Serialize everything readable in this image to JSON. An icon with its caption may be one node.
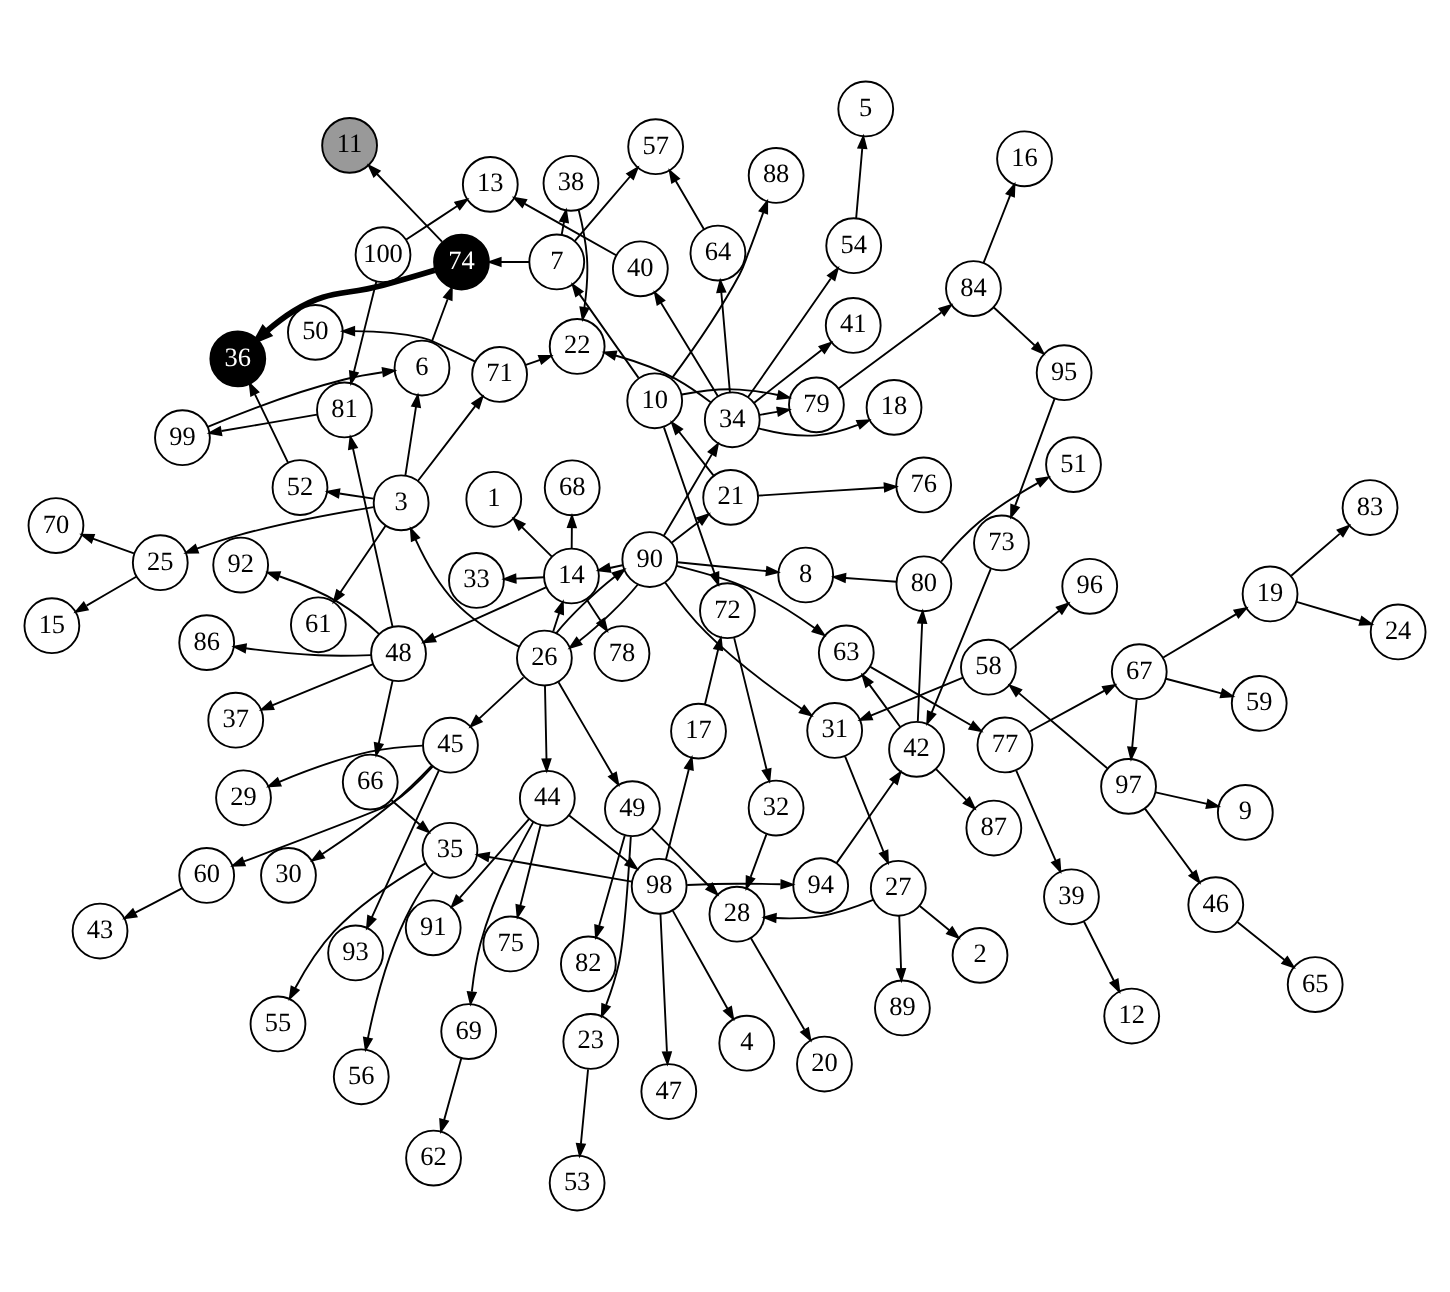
{
  "diagram": {
    "nodes": [
      {
        "text": [
          "88"
        ]
      },
      {
        "text": [
          "16"
        ]
      },
      {
        "text": [
          "84"
        ]
      },
      {
        "text": [
          "95"
        ]
      },
      {
        "text": [
          "73"
        ]
      },
      {
        "text": [
          "89"
        ]
      },
      {
        "text": [
          "27"
        ]
      },
      {
        "text": [
          "2"
        ]
      },
      {
        "text": [
          "21"
        ]
      },
      {
        "text": [
          "12"
        ]
      },
      {
        "text": [
          "39"
        ]
      },
      {
        "text": [
          "24"
        ]
      },
      {
        "text": [
          "19"
        ]
      },
      {
        "text": [
          "83"
        ]
      },
      {
        "text": [
          "67"
        ]
      },
      {
        "text": [
          "59"
        ]
      },
      {
        "text": [
          "76"
        ]
      },
      {
        "text": [
          "65"
        ]
      },
      {
        "text": [
          "10"
        ]
      },
      {
        "text": [
          "77"
        ]
      },
      {
        "text": [
          "79"
        ]
      },
      {
        "text": [
          "33"
        ]
      },
      {
        "text": [
          "31"
        ]
      },
      {
        "text": [
          "92"
        ]
      },
      {
        "text": [
          "37"
        ]
      },
      {
        "text": [
          "78"
        ]
      },
      {
        "text": [
          "66"
        ]
      },
      {
        "text": [
          "46"
        ]
      },
      {
        "text": [
          "97"
        ]
      },
      {
        "text": [
          "9"
        ]
      },
      {
        "text": [
          "86"
        ]
      },
      {
        "text": [
          "48"
        ]
      },
      {
        "text": [
          "14"
        ]
      },
      {
        "text": [
          "1"
        ]
      },
      {
        "text": [
          "68"
        ]
      },
      {
        "text": [
          "80"
        ]
      },
      {
        "text": [
          "58"
        ]
      },
      {
        "text": [
          "96"
        ]
      },
      {
        "text": [
          "81"
        ]
      },
      {
        "text": [
          "100"
        ]
      },
      {
        "text": [
          "41"
        ]
      },
      {
        "text": [
          "63"
        ]
      },
      {
        "text": [
          "51"
        ]
      },
      {
        "text": [
          "8"
        ]
      },
      {
        "text": [
          "35"
        ]
      },
      {
        "text": [
          "55"
        ]
      },
      {
        "text": [
          "56"
        ]
      },
      {
        "text": [
          "13"
        ]
      },
      {
        "text": [
          "40"
        ]
      },
      {
        "text": [
          "34"
        ]
      },
      {
        "text": [
          "90"
        ]
      },
      {
        "text": [
          "42"
        ]
      },
      {
        "text": [
          "22"
        ]
      },
      {
        "text": [
          "18"
        ]
      },
      {
        "text": [
          "54"
        ]
      },
      {
        "text": [
          "28"
        ]
      },
      {
        "text": [
          "20"
        ]
      },
      {
        "text": [
          "26"
        ]
      },
      {
        "text": [
          "87"
        ]
      },
      {
        "text": [
          "4"
        ]
      },
      {
        "text": [
          "47"
        ]
      },
      {
        "text": [
          "94"
        ]
      },
      {
        "text": [
          "98"
        ]
      },
      {
        "text": [
          "17"
        ]
      },
      {
        "text": [
          "72"
        ]
      },
      {
        "text": [
          "5"
        ]
      },
      {
        "text": [
          "82"
        ]
      },
      {
        "text": [
          "49"
        ]
      },
      {
        "text": [
          "44"
        ]
      },
      {
        "text": [
          "91"
        ]
      },
      {
        "text": [
          "75"
        ]
      },
      {
        "text": [
          "53"
        ]
      },
      {
        "text": [
          "23"
        ]
      },
      {
        "text": [
          "64"
        ]
      },
      {
        "text": [
          "69"
        ]
      },
      {
        "text": [
          "99"
        ]
      },
      {
        "text": [
          "45"
        ]
      },
      {
        "text": [
          "93"
        ]
      },
      {
        "text": [
          "62"
        ]
      },
      {
        "text": [
          "3"
        ]
      },
      {
        "text": [
          "6"
        ]
      },
      {
        "text": [
          "30"
        ]
      },
      {
        "text": [
          "38"
        ]
      },
      {
        "text": [
          "61"
        ]
      },
      {
        "text": [
          "57"
        ]
      },
      {
        "text": [
          "29"
        ]
      },
      {
        "text": [
          "60"
        ]
      },
      {
        "text": [
          "43"
        ]
      },
      {
        "text": [
          "7"
        ]
      },
      {
        "text": [
          "74"
        ]
      },
      {
        "text": [
          "52"
        ]
      },
      {
        "text": [
          "36"
        ]
      },
      {
        "text": [
          "25"
        ]
      },
      {
        "text": [
          "50"
        ]
      },
      {
        "text": [
          "11"
        ]
      },
      {
        "text": [
          "70"
        ]
      },
      {
        "text": [
          "15"
        ]
      },
      {
        "text": [
          "71"
        ]
      },
      {
        "text": [
          "32"
        ]
      }
    ],
    "edges": [
      {
        "from": 2,
        "to": 1,
        "arrow": "to"
      },
      {
        "from": 6,
        "to": 5,
        "arrow": "to"
      },
      {
        "from": 6,
        "to": 7,
        "arrow": "to"
      },
      {
        "from": 10,
        "to": 9,
        "arrow": "to"
      },
      {
        "from": 20,
        "to": 2,
        "arrow": "to"
      },
      {
        "from": 18,
        "to": 0,
        "arrow": "to"
      },
      {
        "from": 18,
        "to": 20,
        "arrow": "to"
      },
      {
        "from": 8,
        "to": 18,
        "arrow": "to"
      },
      {
        "from": 19,
        "to": 10,
        "arrow": "to"
      },
      {
        "from": 19,
        "to": 14,
        "arrow": "to"
      },
      {
        "from": 41,
        "to": 19,
        "arrow": "to"
      },
      {
        "from": 31,
        "to": 24,
        "arrow": "to"
      },
      {
        "from": 31,
        "to": 23,
        "arrow": "to"
      },
      {
        "from": 31,
        "to": 30,
        "arrow": "to"
      },
      {
        "from": 31,
        "to": 26,
        "arrow": "to"
      },
      {
        "from": 31,
        "to": 38,
        "arrow": "to"
      },
      {
        "from": 32,
        "to": 31,
        "arrow": "to"
      },
      {
        "from": 32,
        "to": 25,
        "arrow": "to"
      },
      {
        "from": 32,
        "to": 33,
        "arrow": "to"
      },
      {
        "from": 32,
        "to": 34,
        "arrow": "to"
      },
      {
        "from": 32,
        "to": 21,
        "arrow": "to"
      },
      {
        "from": 6,
        "to": 55,
        "arrow": "to"
      },
      {
        "from": 22,
        "to": 6,
        "arrow": "to"
      },
      {
        "from": 50,
        "to": 22,
        "arrow": "to"
      },
      {
        "from": 50,
        "to": 8,
        "arrow": "to"
      },
      {
        "from": 36,
        "to": 22,
        "arrow": "to"
      },
      {
        "from": 14,
        "to": 12,
        "arrow": "to"
      },
      {
        "from": 12,
        "to": 11,
        "arrow": "to"
      },
      {
        "from": 12,
        "to": 13,
        "arrow": "to"
      },
      {
        "from": 14,
        "to": 15,
        "arrow": "to"
      },
      {
        "from": 14,
        "to": 28,
        "arrow": "to"
      },
      {
        "from": 28,
        "to": 27,
        "arrow": "to"
      },
      {
        "from": 27,
        "to": 17,
        "arrow": "to"
      },
      {
        "from": 28,
        "to": 29,
        "arrow": "to"
      },
      {
        "from": 28,
        "to": 36,
        "arrow": "to"
      },
      {
        "from": 36,
        "to": 37,
        "arrow": "to"
      },
      {
        "from": 3,
        "to": 4,
        "arrow": "to"
      },
      {
        "from": 2,
        "to": 3,
        "arrow": "to"
      },
      {
        "from": 18,
        "to": 64,
        "arrow": "to"
      },
      {
        "from": 18,
        "to": 88,
        "arrow": "to"
      },
      {
        "from": 82,
        "to": 52,
        "arrow": "to"
      },
      {
        "from": 97,
        "to": 52,
        "arrow": "to"
      },
      {
        "from": 88,
        "to": 82,
        "arrow": "to"
      },
      {
        "from": 88,
        "to": 89,
        "arrow": "to"
      },
      {
        "from": 88,
        "to": 84,
        "arrow": "to"
      },
      {
        "from": 73,
        "to": 84,
        "arrow": "to"
      },
      {
        "from": 38,
        "to": 75,
        "arrow": "to"
      },
      {
        "from": 75,
        "to": 80,
        "arrow": "to"
      },
      {
        "from": 79,
        "to": 80,
        "arrow": "to"
      },
      {
        "from": 80,
        "to": 89,
        "arrow": "to"
      },
      {
        "from": 89,
        "to": 94,
        "arrow": "to"
      },
      {
        "from": 89,
        "to": 91,
        "arrow": "to",
        "style": "thick"
      },
      {
        "from": 90,
        "to": 91,
        "arrow": "to"
      },
      {
        "from": 79,
        "to": 83,
        "arrow": "to"
      },
      {
        "from": 79,
        "to": 90,
        "arrow": "to"
      },
      {
        "from": 79,
        "to": 92,
        "arrow": "to"
      },
      {
        "from": 79,
        "to": 97,
        "arrow": "to"
      },
      {
        "from": 92,
        "to": 95,
        "arrow": "to"
      },
      {
        "from": 92,
        "to": 96,
        "arrow": "to"
      },
      {
        "from": 97,
        "to": 93,
        "arrow": "to"
      },
      {
        "from": 57,
        "to": 79,
        "arrow": "to"
      },
      {
        "from": 64,
        "to": 98,
        "arrow": "to"
      },
      {
        "from": 98,
        "to": 55,
        "arrow": "to"
      },
      {
        "from": 55,
        "to": 56,
        "arrow": "to"
      },
      {
        "from": 67,
        "to": 55,
        "arrow": "to"
      },
      {
        "from": 57,
        "to": 67,
        "arrow": "to"
      },
      {
        "from": 67,
        "to": 66,
        "arrow": "to"
      },
      {
        "from": 67,
        "to": 72,
        "arrow": "to"
      },
      {
        "from": 72,
        "to": 71,
        "arrow": "to"
      },
      {
        "from": 50,
        "to": 49,
        "arrow": "to"
      },
      {
        "from": 49,
        "to": 48,
        "arrow": "to"
      },
      {
        "from": 48,
        "to": 47,
        "arrow": "to"
      },
      {
        "from": 39,
        "to": 47,
        "arrow": "to"
      },
      {
        "from": 39,
        "to": 38,
        "arrow": "to"
      },
      {
        "from": 49,
        "to": 53,
        "arrow": "to"
      },
      {
        "from": 49,
        "to": 54,
        "arrow": "to"
      },
      {
        "from": 54,
        "to": 65,
        "arrow": "to"
      },
      {
        "from": 49,
        "to": 73,
        "arrow": "to"
      },
      {
        "from": 49,
        "to": 52,
        "arrow": "to"
      },
      {
        "from": 49,
        "to": 40,
        "arrow": "to"
      },
      {
        "from": 49,
        "to": 20,
        "arrow": "to"
      },
      {
        "from": 50,
        "to": 41,
        "arrow": "to"
      },
      {
        "from": 51,
        "to": 41,
        "arrow": "to"
      },
      {
        "from": 50,
        "to": 32,
        "arrow": "to"
      },
      {
        "from": 50,
        "to": 43,
        "arrow": "to"
      },
      {
        "from": 57,
        "to": 50,
        "arrow": "to"
      },
      {
        "from": 50,
        "to": 57,
        "arrow": "to"
      },
      {
        "from": 57,
        "to": 32,
        "arrow": "to"
      },
      {
        "from": 35,
        "to": 43,
        "arrow": "to"
      },
      {
        "from": 35,
        "to": 42,
        "arrow": "to"
      },
      {
        "from": 51,
        "to": 35,
        "arrow": "to"
      },
      {
        "from": 26,
        "to": 44,
        "arrow": "to"
      },
      {
        "from": 62,
        "to": 44,
        "arrow": "to"
      },
      {
        "from": 44,
        "to": 45,
        "arrow": "to"
      },
      {
        "from": 44,
        "to": 46,
        "arrow": "to"
      },
      {
        "from": 62,
        "to": 59,
        "arrow": "to"
      },
      {
        "from": 62,
        "to": 60,
        "arrow": "to"
      },
      {
        "from": 62,
        "to": 61,
        "arrow": "to"
      },
      {
        "from": 62,
        "to": 63,
        "arrow": "to"
      },
      {
        "from": 61,
        "to": 51,
        "arrow": "to"
      },
      {
        "from": 63,
        "to": 64,
        "arrow": "to"
      },
      {
        "from": 51,
        "to": 58,
        "arrow": "to"
      },
      {
        "from": 4,
        "to": 51,
        "arrow": "to"
      },
      {
        "from": 68,
        "to": 62,
        "arrow": "to"
      },
      {
        "from": 68,
        "to": 69,
        "arrow": "to"
      },
      {
        "from": 68,
        "to": 70,
        "arrow": "to"
      },
      {
        "from": 68,
        "to": 74,
        "arrow": "to"
      },
      {
        "from": 74,
        "to": 78,
        "arrow": "to"
      },
      {
        "from": 57,
        "to": 68,
        "arrow": "to"
      },
      {
        "from": 57,
        "to": 76,
        "arrow": "to"
      },
      {
        "from": 76,
        "to": 77,
        "arrow": "to"
      },
      {
        "from": 76,
        "to": 81,
        "arrow": "to"
      },
      {
        "from": 76,
        "to": 86,
        "arrow": "to"
      },
      {
        "from": 76,
        "to": 85,
        "arrow": "to"
      },
      {
        "from": 86,
        "to": 87,
        "arrow": "to"
      },
      {
        "from": 8,
        "to": 16,
        "arrow": "to"
      }
    ]
  }
}
